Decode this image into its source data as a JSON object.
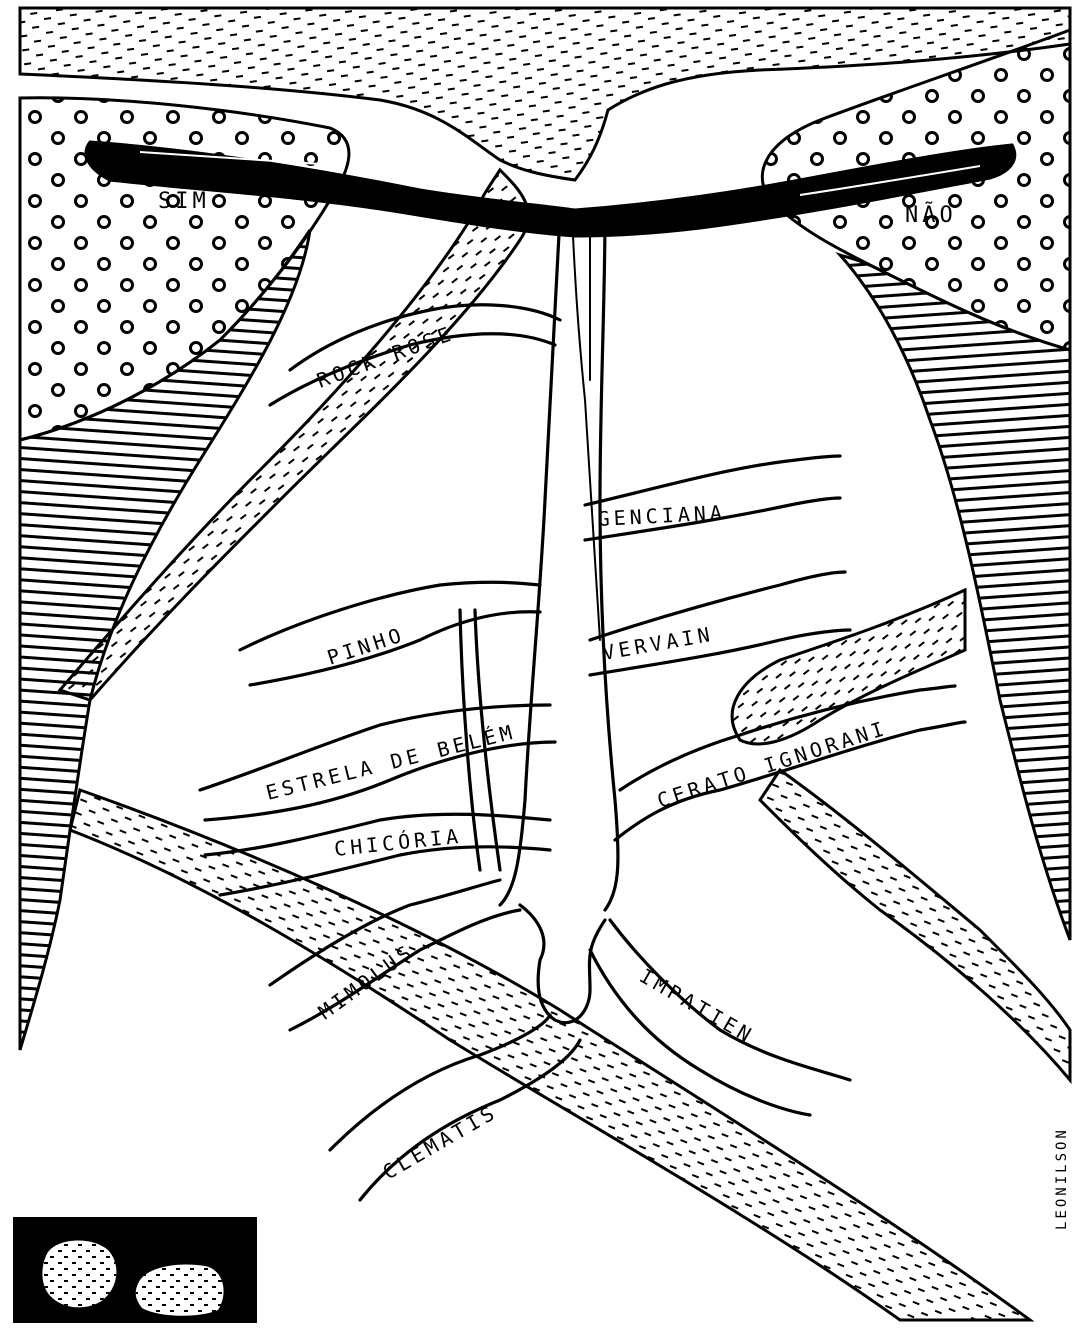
{
  "artwork": {
    "ink_color": "#000000",
    "paper_color": "#ffffff",
    "left_label": "SIM",
    "right_label": "NÃO",
    "branches": {
      "rock_rose": "ROCK ROSE",
      "genciana": "GENCIANA",
      "pinho": "PINHO",
      "vervain": "VERVAIN",
      "estrela": "ESTRELA DE BELÉM",
      "cerato": "CERATO IGNORANI",
      "chicoria": "CHICÓRIA",
      "mimolus": "MIMOLUS",
      "impatien": "IMPATIEN",
      "clematis": "CLEMATIS"
    },
    "signature": "LEONILSON"
  }
}
